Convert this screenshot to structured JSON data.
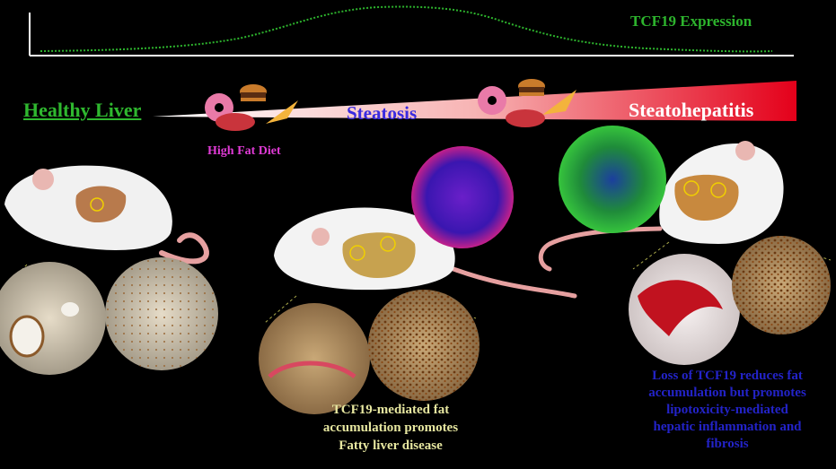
{
  "expression_label": "TCF19 Expression",
  "stages": {
    "healthy": "Healthy Liver",
    "steatosis": "Steatosis",
    "steatohepatitis": "Steatohepatitis"
  },
  "diet_label": "High Fat Diet",
  "captions": {
    "middle": [
      "TCF19-mediated fat",
      "accumulation promotes",
      "Fatty liver disease"
    ],
    "right": [
      "Loss of TCF19 reduces fat",
      "accumulation but promotes",
      "lipotoxicity-mediated",
      "hepatic inflammation and",
      "fibrosis"
    ]
  },
  "colors": {
    "background": "#000000",
    "healthy_text": "#2fb82f",
    "steatosis_text": "#3a2be0",
    "diet_text": "#e03bd6",
    "expression_curve": "#2db42d",
    "gradient_end": "#e4001a"
  }
}
